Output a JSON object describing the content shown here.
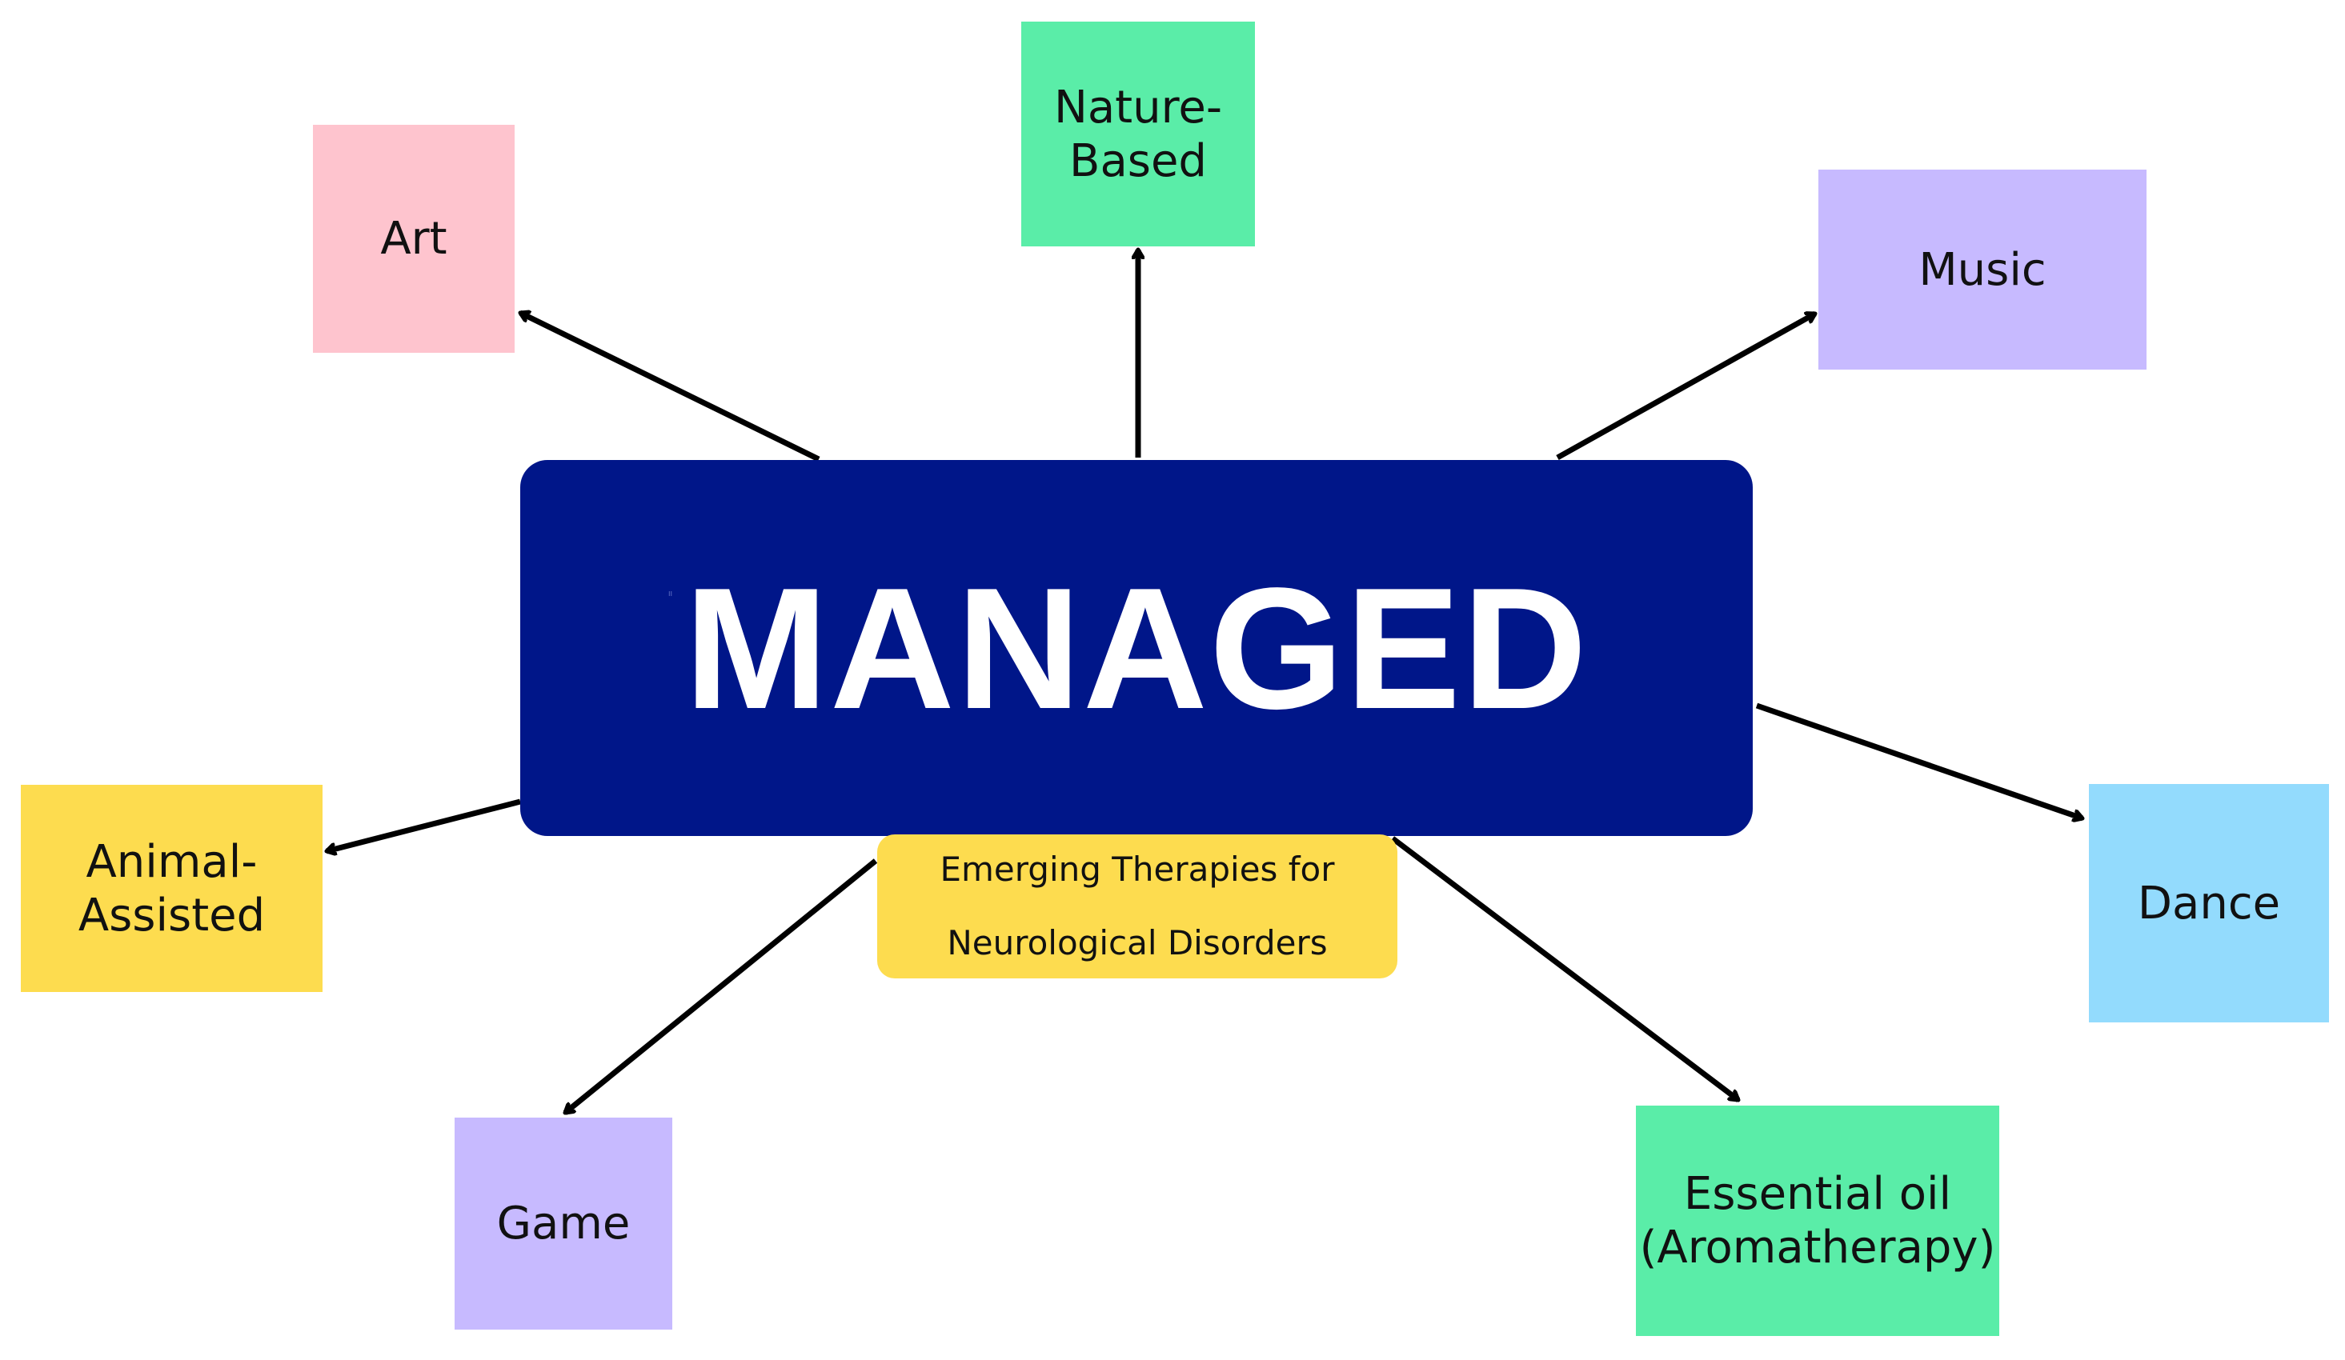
{
  "center": {
    "title": "MANAGED",
    "fill": "#001689",
    "text_color": "#ffffff"
  },
  "subtitle": {
    "text": "Emerging Therapies for\nNeurological Disorders",
    "fill": "#fddc4f"
  },
  "nodes": [
    {
      "id": "art",
      "label": "Art",
      "fill": "#fec4ce"
    },
    {
      "id": "nature-based",
      "label": "Nature-\nBased",
      "fill": "#5aeda8"
    },
    {
      "id": "music",
      "label": "Music",
      "fill": "#c7baff"
    },
    {
      "id": "dance",
      "label": "Dance",
      "fill": "#93dbfd"
    },
    {
      "id": "essential-oil",
      "label": "Essential oil\n(Aromatherapy)",
      "fill": "#5aeda8"
    },
    {
      "id": "game",
      "label": "Game",
      "fill": "#c7baff"
    },
    {
      "id": "animal-assisted",
      "label": "Animal-\nAssisted",
      "fill": "#fddc4f"
    }
  ],
  "arrow_color": "#000000"
}
